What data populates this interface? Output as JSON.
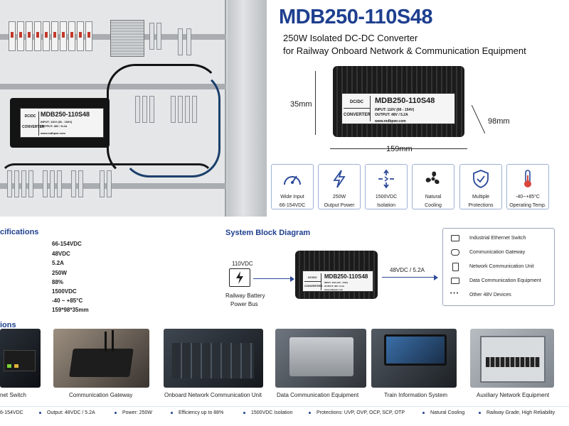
{
  "header": {
    "title": "MDB250-110S48",
    "subtitle_1": "250W Isolated DC-DC Converter",
    "subtitle_2": "for Railway Onboard Network & Communication Equipment"
  },
  "product_label": {
    "left_top": "DC/DC",
    "left_bottom": "CONVERTER",
    "model": "MDB250-110S48",
    "input": "INPUT: 110V (66 - 154V)",
    "output": "OUTPUT: 48V / 5.2A",
    "web": "www.mdbpwr.com"
  },
  "cabinet_label": {
    "left_top": "DC/DC",
    "left_bottom": "CONVERTER",
    "model": "MDB250-110S48",
    "input": "INPUT: 110V (66 - 154V)",
    "output": "OUTPUT: 48V / 5.2A",
    "web": "www.mdbpwr.com"
  },
  "dimensions": {
    "height": "35mm",
    "depth": "98mm",
    "width": "159mm"
  },
  "features": [
    {
      "icon": "gauge-icon",
      "line1": "Wide Input",
      "line2": "66-154VDC"
    },
    {
      "icon": "lightning-icon",
      "line1": "250W",
      "line2": "Output Power"
    },
    {
      "icon": "isolation-icon",
      "line1": "1500VDC",
      "line2": "Isolation"
    },
    {
      "icon": "fan-icon",
      "line1": "Natural",
      "line2": "Cooling"
    },
    {
      "icon": "shield-check-icon",
      "line1": "Multiple",
      "line2": "Protections"
    },
    {
      "icon": "thermometer-icon",
      "line1": "-40~+85°C",
      "line2": "Operating Temp."
    }
  ],
  "specifications": {
    "title": "cifications",
    "values": [
      "66-154VDC",
      "48VDC",
      "5.2A",
      "250W",
      "88%",
      "1500VDC",
      "-40 ~ +85°C",
      "159*98*35mm"
    ]
  },
  "block_diagram": {
    "title": "System Block Diagram",
    "input_voltage": "110VDC",
    "source_line1": "Railway Battery",
    "source_line2": "Power Bus",
    "output": "48VDC / 5.2A",
    "devices": [
      "Industrial Ethernet Switch",
      "Communication Gateway",
      "Network Communication Unit",
      "Data Communication Equipment",
      "Other 48V Devices"
    ],
    "other_marker": "• • •"
  },
  "applications": {
    "title": "ions",
    "items": [
      "net Switch",
      "Communication Gateway",
      "Onboard Network Communication Unit",
      "Data Communication Equipment",
      "Train Information System",
      "Auxiliary Network Equipment"
    ]
  },
  "bottom_bar": [
    "6-154VDC",
    "Output: 48VDC / 5.2A",
    "Power: 250W",
    "Efficiency up to 88%",
    "1500VDC Isolation",
    "Protections: UVP, OVP, OCP, SCP, OTP",
    "Natural Cooling",
    "Railway Grade, High Reliability"
  ],
  "colors": {
    "accent": "#1e3f8f",
    "card_border": "#9fb1d6",
    "module": "#1b1b1b"
  }
}
